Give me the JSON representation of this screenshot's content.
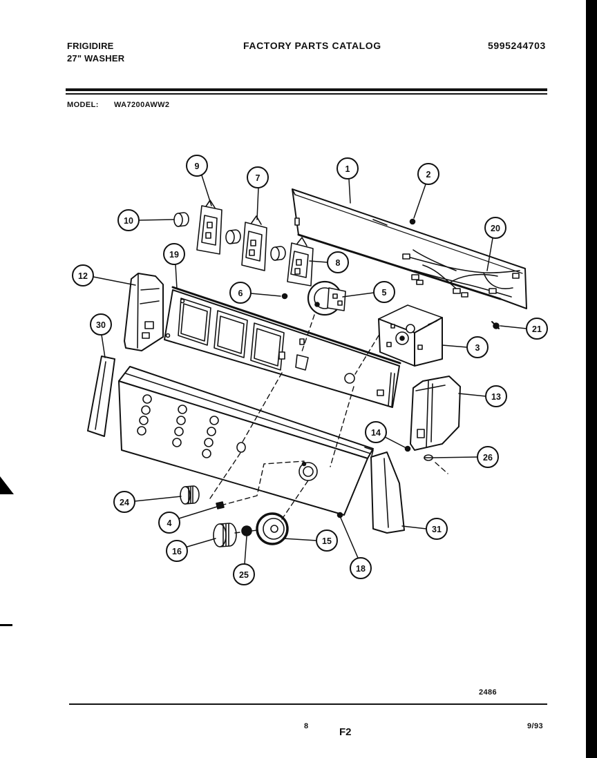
{
  "header": {
    "brand": "FRIGIDIRE",
    "product": "27\" WASHER",
    "title": "FACTORY PARTS CATALOG",
    "catalog_number": "5995244703"
  },
  "model": {
    "label": "MODEL:",
    "value": "WA7200AWW2"
  },
  "diagram": {
    "callouts": [
      "9",
      "7",
      "1",
      "2",
      "10",
      "20",
      "19",
      "8",
      "12",
      "6",
      "5",
      "30",
      "21",
      "3",
      "13",
      "14",
      "26",
      "24",
      "4",
      "31",
      "15",
      "16",
      "18",
      "25"
    ]
  },
  "footer": {
    "drawing_number": "2486",
    "page_number": "8",
    "section": "F2",
    "date": "9/93"
  },
  "colors": {
    "ink": "#111111",
    "paper": "#ffffff"
  }
}
